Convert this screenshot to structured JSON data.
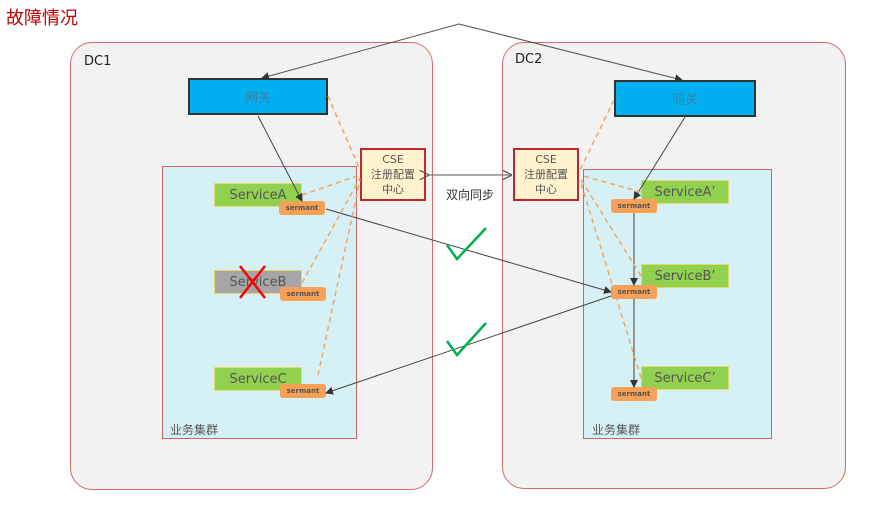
{
  "title": "故障情况",
  "dc1": {
    "label": "DC1",
    "gateway": "网关",
    "cluster_label": "业务集群",
    "cse": [
      "CSE",
      "注册配置",
      "中心"
    ],
    "services": [
      {
        "name": "ServiceA",
        "status": "up",
        "agent": "sermant"
      },
      {
        "name": "ServiceB",
        "status": "down",
        "agent": "sermant"
      },
      {
        "name": "ServiceC",
        "status": "up",
        "agent": "sermant"
      }
    ]
  },
  "dc2": {
    "label": "DC2",
    "gateway": "网关",
    "cluster_label": "业务集群",
    "cse": [
      "CSE",
      "注册配置",
      "中心"
    ],
    "services": [
      {
        "name": "ServiceA’",
        "status": "up",
        "agent": "sermant"
      },
      {
        "name": "ServiceB’",
        "status": "up",
        "agent": "sermant"
      },
      {
        "name": "ServiceC’",
        "status": "up",
        "agent": "sermant"
      }
    ]
  },
  "sync_label": "双向同步",
  "colors": {
    "title": "#c00000",
    "gateway": "#00b0f0",
    "service_up": "#92d050",
    "service_down": "#a6a6a6",
    "sermant": "#f8a055",
    "cse_fill": "#fff2cc",
    "cse_border": "#c0272d",
    "check": "#00b050",
    "fail_cross": "#ff0000"
  }
}
